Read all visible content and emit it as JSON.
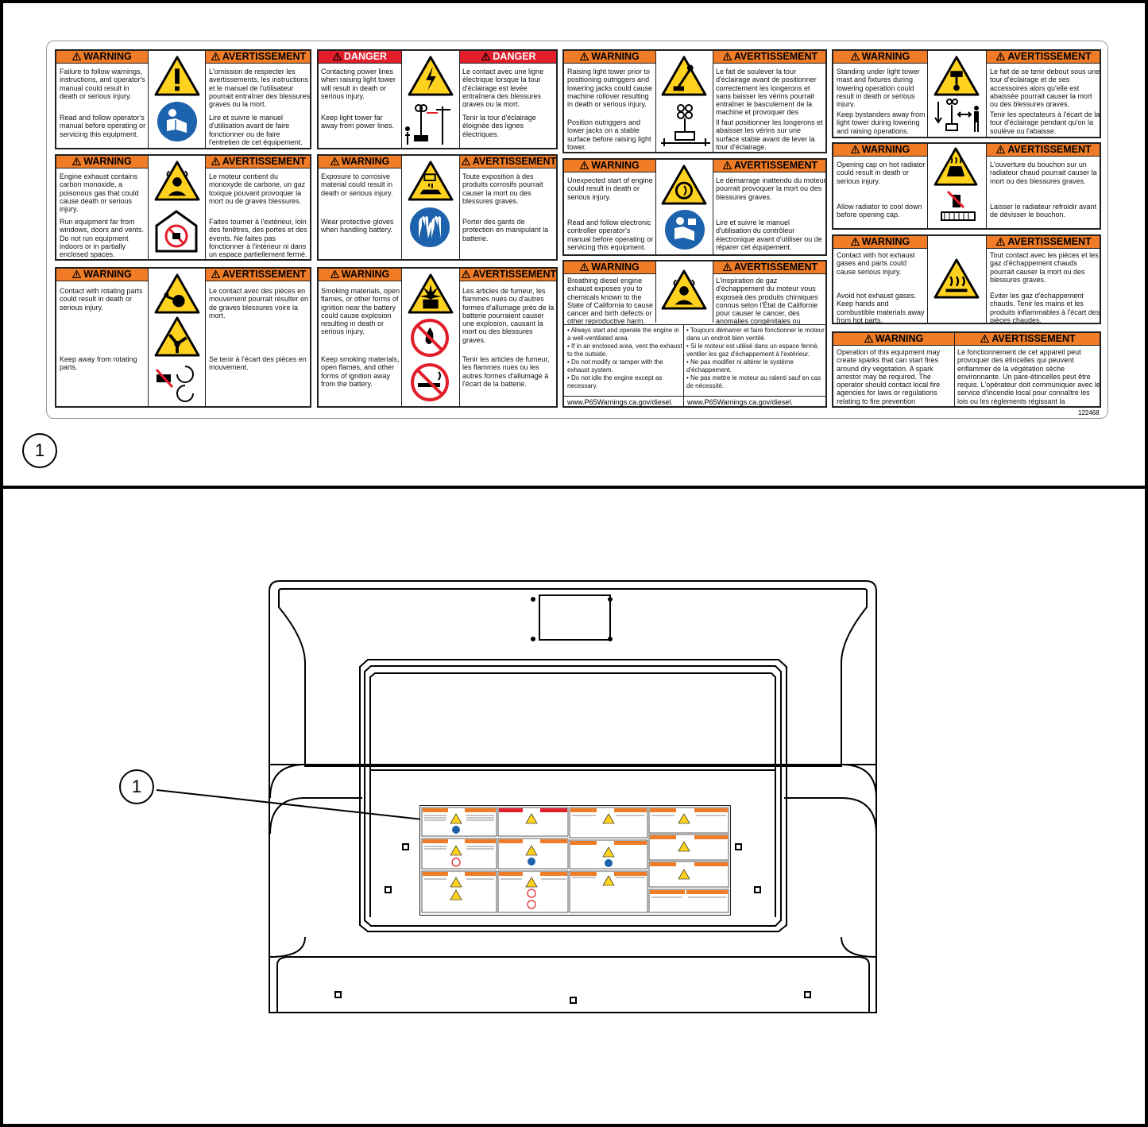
{
  "callout": "1",
  "part_number": "122468",
  "headers": {
    "warning": "WARNING",
    "avertissement": "AVERTISSEMENT",
    "danger": "DANGER"
  },
  "p1": {
    "en1": "Failure to follow warnings, instructions, and operator's manual could result in death or serious injury.",
    "en2": "Read and follow operator's manual before operating or servicing this equipment.",
    "fr1": "L'omission de respecter les avertissements, les instructions et le manuel de l'utilisateur pourrait entraîner des blessures graves ou la mort.",
    "fr2": "Lire et suivre le manuel d'utilisation avant de faire fonctionner ou de faire l'entretien de cet équipement."
  },
  "p2": {
    "en1": "Contacting power lines when raising light tower will result in death or serious injury.",
    "en2": "Keep light tower far away from power lines.",
    "fr1": "Le contact avec une ligne électrique lorsque la tour d'éclairage est levée entraînera des blessures graves ou la mort.",
    "fr2": "Tenir la tour d'éclairage éloignée des lignes électriques."
  },
  "p3": {
    "en1": "Raising light tower prior to positioning outriggers and lowering jacks could cause machine rollover resulting in death or serious injury.",
    "en2": "Position outriggers and lower jacks on a stable surface before raising light tower.",
    "fr1": "Le fait de soulever la tour d'éclairage avant de positionner correctement les longerons et sans baisser les vérins pourrait entraîner le basculement de la machine et provoquer des blessures graves ou la mort.",
    "fr2": "Il faut positionner les longerons et abaisser les vérins sur une surface stable avant de lever la tour d'éclairage."
  },
  "p4": {
    "en1": "Standing under light tower mast and fixtures during lowering operation could result in death or serious injury.",
    "en2": "Keep bystanders away from light tower during lowering and raising operations.",
    "fr1": "Le fait de se tenir debout sous une tour d'éclairage et de ses accessoires alors qu'elle est abaissée pourrait causer la mort ou des blessures graves.",
    "fr2": "Tenir les spectateurs à l'écart de la tour d'éclairage pendant qu'on la soulève ou l'abaisse."
  },
  "p5": {
    "en1": "Engine exhaust contains carbon monoxide, a poisonous gas that could cause death or serious injury.",
    "en2": "Run equipment far from windows, doors and vents. Do not run equipment indoors or in partially enclosed spaces.",
    "fr1": "Le moteur contient du monoxyde de carbone, un gaz toxique pouvant provoquer la mort ou de graves blessures.",
    "fr2": "Faites tourner à l'extérieur, loin des fenêtres, des portes et des évents. Ne faites pas fonctionner à l'intérieur ni dans un espace partiellement fermé."
  },
  "p6": {
    "en1": "Exposure to corrosive material could result in death or serious injury.",
    "en2": "Wear protective gloves when handling battery.",
    "fr1": "Toute exposition à des produits corrosifs pourrait causer la mort ou des blessures graves.",
    "fr2": "Porter des gants de protection en manipulant la batterie."
  },
  "p7": {
    "en1": "Unexpected start of engine could result in death or serious injury.",
    "en2": "Read and follow electronic controller operator's manual before operating or servicing this equipment.",
    "fr1": "Le démarrage inattendu du moteur pourrait provoquer la mort ou des blessures graves.",
    "fr2": "Lire et suivre le manuel d'utilisation du contrôleur électronique avant d'utiliser ou de réparer cet équipement."
  },
  "p8": {
    "en1": "Opening cap on hot radiator could result in death or serious injury.",
    "en2": "Allow radiator to cool down before opening cap.",
    "fr1": "L'ouverture du bouchon sur un radiateur chaud pourrait causer la mort ou des blessures graves.",
    "fr2": "Laisser le radiateur refroidir avant de dévisser le bouchon."
  },
  "p9": {
    "en1": "Contact with rotating parts could result in death or serious injury.",
    "en2": "Keep away from rotating parts.",
    "fr1": "Le contact avec des pièces en mouvement pourrait résulter en de graves blessures voire la mort.",
    "fr2": "Se tenir à l'écart des pièces en mouvement."
  },
  "p10": {
    "en1": "Smoking materials, open flames, or other forms of ignition near the battery could cause explosion resulting in death or serious injury.",
    "en2": "Keep smoking materials, open flames, and other forms of ignition away from the battery.",
    "fr1": "Les articles de fumeur, les flammes nues ou d'autres formes d'allumage près de la batterie pourraient causer une explosion, causant la mort ou des blessures graves.",
    "fr2": "Tenir les articles de fumeur, les flammes nues ou les autres formes d'allumage à l'écart de la batterie."
  },
  "p11": {
    "en1": "Breathing diesel engine exhaust exposes you to chemicals known to the State of California to cause cancer and birth defects or other reproductive harm.",
    "fr1": "L'inspiration de gaz d'échappement du moteur vous exposeà des produits chimiques connus selon l'État de Californie pour causer le cancer, des anomalies congénitales ou d'autres effets nuisibles à la reproduction.",
    "bul_en": [
      "• Always start and operate the engine in a well-ventilated area.",
      "• If in an enclosed area, vent the exhaust to the outside.",
      "• Do not modify or tamper with the exhaust system.",
      "• Do not idle the engine except as necessary."
    ],
    "bul_fr": [
      "• Toujours démarrer et faire fonctionner le moteur dans un endroit bien ventilé.",
      "• Si le moteur est utilisé dans un espace fermé, ventiler les gaz d'échappement à l'extérieur.",
      "• Ne pas modifier ni altérer le système d'échappement.",
      "• Ne pas mettre le moteur au ralenti sauf en cas de nécessité."
    ],
    "url": "www.P65Warnings.ca.gov/diesel."
  },
  "p12": {
    "en1": "Contact with hot exhaust gases and parts could cause serious injury.",
    "en2": "Avoid hot exhaust gases. Keep hands and combustible materials away from hot parts.",
    "fr1": "Tout contact avec les pièces et les gaz d'échappement chauds pourrait causer la mort ou des blessures graves.",
    "fr2": "Éviter les gaz d'échappement chauds. Tenir les mains et les produits inflammables à l'écart des pièces chaudes."
  },
  "p13": {
    "en1": "Operation of this equipment may create sparks that can start fires around dry vegetation. A spark arrestor may be required. The operator should contact local fire agencies for laws or regulations relating to fire prevention requirements.",
    "fr1": "Le fonctionnement de cet appareil peut provoquer des étincelles qui peuvent enflammer de la végétation sèche environnante. Un pare-étincelles peut être requis. L'opérateur doit communiquer avec le service d'incendie local pour connaître les lois ou les règlements régissant la prévention des incendies."
  },
  "colors": {
    "orange": "#f07c27",
    "red": "#e31e2b",
    "yellow": "#ffd21f",
    "blue": "#1d62ad"
  },
  "icons": [
    "warning-triangle-icon",
    "read-manual-icon",
    "electric-shock-icon",
    "power-line-icon",
    "tip-over-icon",
    "falling-mast-icon",
    "toxic-gas-icon",
    "no-indoor-use-icon",
    "corrosive-icon",
    "gloves-icon",
    "auto-start-icon",
    "hot-radiator-icon",
    "rotating-parts-icon",
    "explosion-icon",
    "no-flames-icon",
    "no-smoking-icon",
    "hot-surface-icon"
  ]
}
